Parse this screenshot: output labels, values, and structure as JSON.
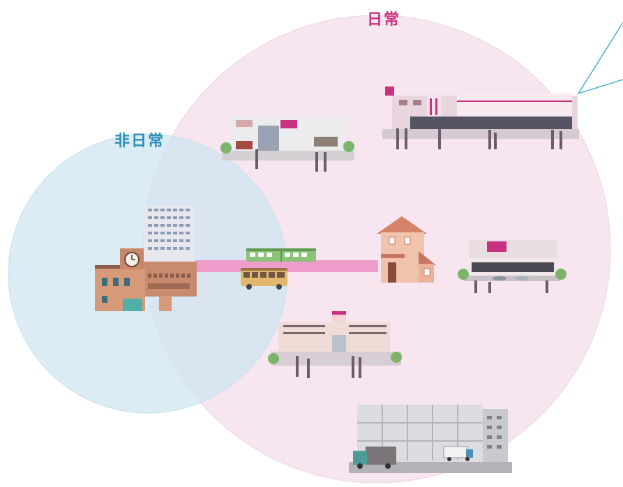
{
  "labels": {
    "daily": "日常",
    "non_daily": "非日常"
  },
  "colors": {
    "daily_circle_fill": "#f3d9e7",
    "daily_label": "#c8327f",
    "non_daily_circle_fill": "#d2e7f1",
    "non_daily_label": "#2a8fb8",
    "connector_band": "#ee9cc9",
    "callout_line": "#4bb1c9"
  },
  "illustrations": [
    "office-station-building",
    "train",
    "bus",
    "house",
    "supermarket",
    "shopping-mall",
    "community-shopping-center",
    "neighborhood-shopping-center",
    "logistics-warehouse",
    "trucks"
  ]
}
